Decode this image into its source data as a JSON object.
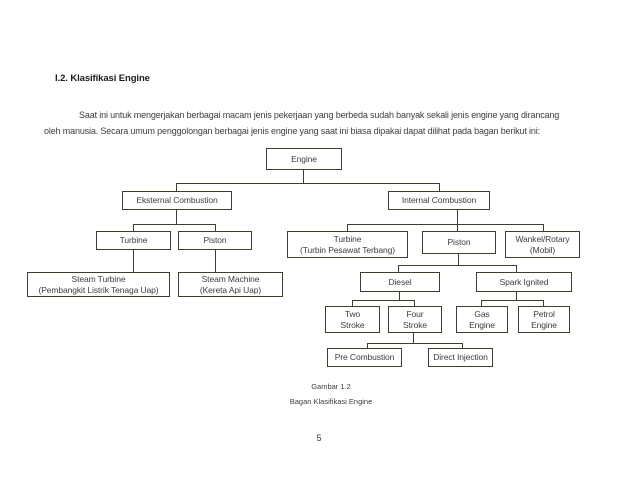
{
  "page": {
    "heading": "I.2. Klasifikasi Engine",
    "paragraph": {
      "line1": "Saat ini untuk mengerjakan berbagai macam jenis pekerjaan yang berbeda sudah banyak sekali jenis engine yang dirancang",
      "line2": "oleh manusia. Secara umum penggolongan berbagai jenis engine yang saat ini biasa dipakai dapat dilihat pada bagan berikut ini:"
    },
    "figure_caption": {
      "number": "Gambar 1.2",
      "title": "Bagan Klasifikasi Engine"
    },
    "page_number": "5"
  },
  "diagram": {
    "title": "Engine classification tree",
    "nodes": {
      "engine": {
        "label": "Engine"
      },
      "eksternal_combustion": {
        "label": "Eksternal Combustion"
      },
      "internal_combustion": {
        "label": "Internal Combustion"
      },
      "turbine_eksternal": {
        "label": "Turbine"
      },
      "piston_eksternal": {
        "label": "Piston"
      },
      "steam_turbine": {
        "label": "Steam Turbine",
        "sub": "(Pembangkit Listrik Tenaga Uap)"
      },
      "steam_machine": {
        "label": "Steam Machine",
        "sub": "(Kereta Api Uap)"
      },
      "turbine_internal": {
        "label": "Turbine",
        "sub": "(Turbin Pesawat Terbang)"
      },
      "piston_internal": {
        "label": "Piston"
      },
      "wankel_rotary": {
        "label": "Wankel/Rotary",
        "sub": "(Mobil)"
      },
      "diesel": {
        "label": "Diesel"
      },
      "spark_ignited": {
        "label": "Spark Ignited"
      },
      "two_stroke": {
        "label": "Two",
        "sub": "Stroke"
      },
      "four_stroke": {
        "label": "Four",
        "sub": "Stroke"
      },
      "gas_engine": {
        "label": "Gas",
        "sub": "Engine"
      },
      "petrol_engine": {
        "label": "Petrol",
        "sub": "Engine"
      },
      "pre_combustion": {
        "label": "Pre Combustion"
      },
      "direct_injection": {
        "label": "Direct Injection"
      }
    }
  },
  "colors": {
    "ink": "#3f3e2c",
    "text": "#3d3d38",
    "heading_ink": "#1c1c1c",
    "page_background": "#ffffff"
  }
}
